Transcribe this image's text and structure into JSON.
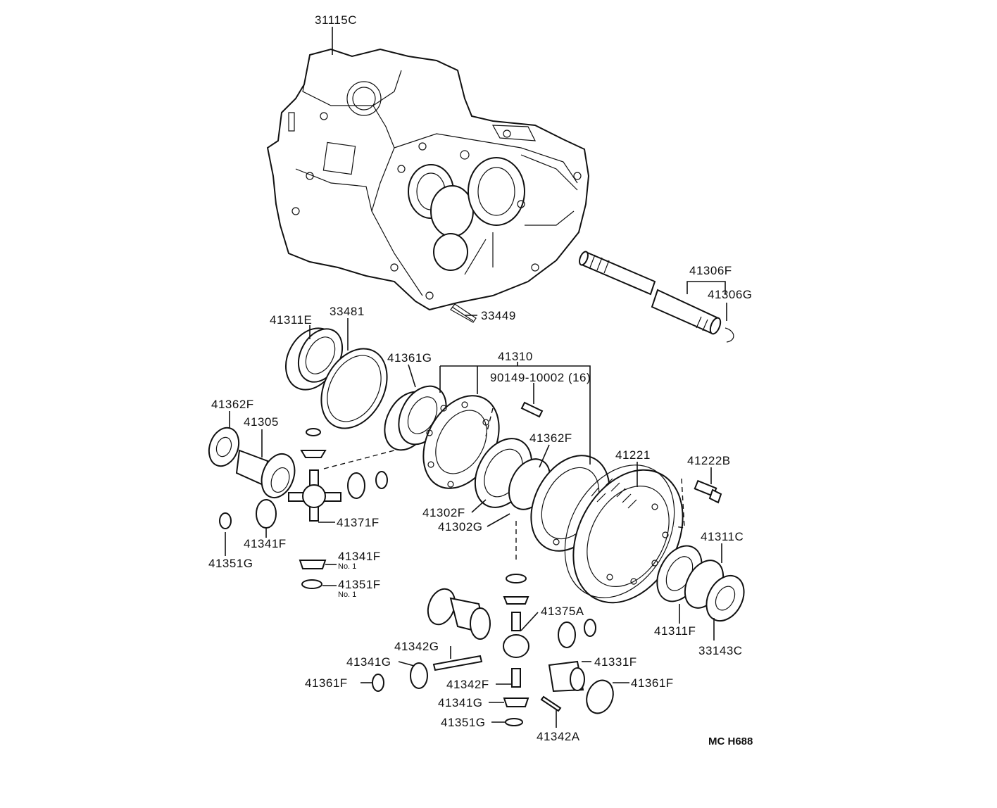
{
  "labels": {
    "l31115C": "31115C",
    "l41306F": "41306F",
    "l41306G": "41306G",
    "l33449": "33449",
    "l41311E": "41311E",
    "l33481": "33481",
    "l41361G": "41361G",
    "l41310": "41310",
    "l90149": "90149-10002 (16)",
    "l41362F_a": "41362F",
    "l41305": "41305",
    "l41362F_b": "41362F",
    "l41221": "41221",
    "l41222B": "41222B",
    "l41302F": "41302F",
    "l41302G": "41302G",
    "l41371F": "41371F",
    "l41341F_a": "41341F",
    "l41351G_a": "41351G",
    "l41341F_b": "41341F",
    "l41341F_b_sub": "No. 1",
    "l41351F": "41351F",
    "l41351F_sub": "No. 1",
    "l41311C": "41311C",
    "l41311F": "41311F",
    "l33143C": "33143C",
    "l41375A": "41375A",
    "l41342G": "41342G",
    "l41341G_a": "41341G",
    "l41331F": "41331F",
    "l41361F_a": "41361F",
    "l41342F": "41342F",
    "l41361F_b": "41361F",
    "l41341G_b": "41341G",
    "l41351G_b": "41351G",
    "l41342A": "41342A",
    "code": "MC H688"
  },
  "icons": {
    "housing": "transaxle-housing-icon",
    "shaft": "drive-shaft-icon",
    "ring_gear": "ring-gear-icon",
    "bearing": "bearing-icon",
    "gear": "bevel-gear-icon",
    "washer": "washer-icon",
    "bolt": "bolt-icon"
  }
}
